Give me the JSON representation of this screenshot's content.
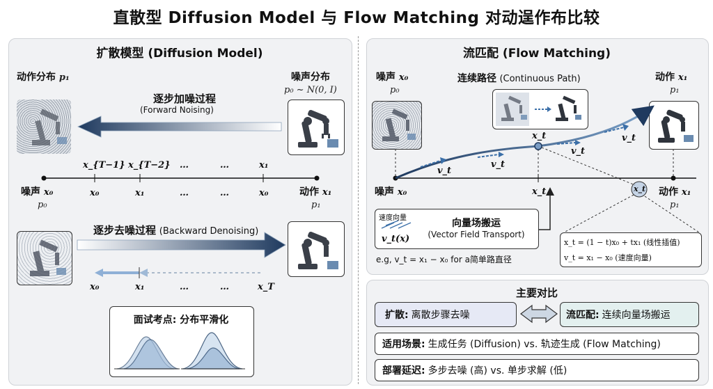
{
  "title": "直散型 Diffusion Model 与 Flow Matching 对动逞作布比较",
  "left": {
    "title": "扩散模型 (Diffusion Model)",
    "action_dist": "动作分布",
    "action_dist_sym": "p₁",
    "noise_dist": "噪声分布",
    "noise_formula": "p₀ ~ N(0, I)",
    "forward_title": "逐步加噪过程",
    "forward_sub": "(Forward Noising)",
    "top_ticks": [
      "x_{T−1}",
      "x_{T−2}",
      "…",
      "…",
      "x₁"
    ],
    "bottom_ticks": [
      "x₀",
      "x₁",
      "…",
      "…",
      "x₀"
    ],
    "left_end": "噪声",
    "left_end_sym": "x₀",
    "left_end_p": "p₀",
    "right_end": "动作",
    "right_end_sym": "x₁",
    "right_end_p": "p₁",
    "backward_title": "逐步去噪过程",
    "backward_sub": "(Backward Denoising)",
    "back_ticks": [
      "x₀",
      "x₁",
      "…",
      "…",
      "x_T"
    ],
    "interview_title": "面试考点: 分布平滑化"
  },
  "right": {
    "title": "流匹配 (Flow Matching)",
    "noise": "噪声",
    "noise_sym": "x₀",
    "noise_p": "p₀",
    "action": "动作",
    "action_sym": "x₁",
    "action_p": "p₁",
    "path_title": "连续路径",
    "path_sub": "(Continuous Path)",
    "xt": "x_t",
    "vt": "v_t",
    "vf_small": "速度向量",
    "vf_sym": "v_t(x)",
    "vf_title": "向量场搬运",
    "vf_sub": "(Vector Field Transport)",
    "example": "e.g, v_t = x₁ − x₀ for a简单路直径",
    "formula1": "x_t = (1 − t)x₀ + tx₁ (线性插值)",
    "formula2": "v_t = x₁ − x₀  (速度向量)"
  },
  "compare": {
    "title": "主要对比",
    "diffusion_label": "扩散:",
    "diffusion_text": "离散步骤去噪",
    "flow_label": "流匹配:",
    "flow_text": "连续向量场搬运",
    "row1_label": "适用场景:",
    "row1_text": "生成任务 (Diffusion) vs. 轨迹生成 (Flow Matching)",
    "row2_label": "部署延迟:",
    "row2_text": "多步去噪 (高) vs. 单步求解 (低)"
  },
  "colors": {
    "navy": "#1f3a5f",
    "arrow": "#2b4a70",
    "panel": "#f1f2f4",
    "cmp_left": "#e6e9f5",
    "cmp_right": "#e3f0ef"
  }
}
